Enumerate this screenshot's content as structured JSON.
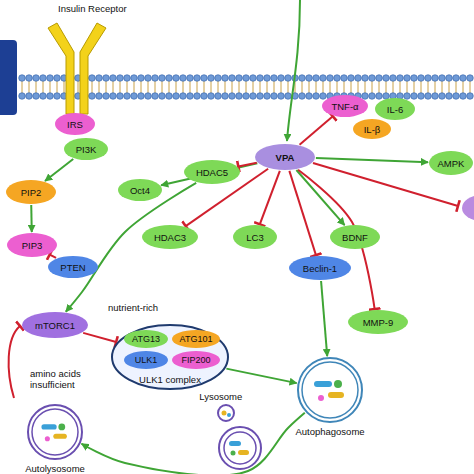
{
  "diagram": {
    "nodes": [
      {
        "text": [
          "IRS"
        ]
      },
      {
        "text": [
          "PI3K"
        ]
      },
      {
        "text": [
          "TNF-α"
        ]
      },
      {
        "text": [
          "IL-6"
        ]
      },
      {
        "text": [
          "IL-β"
        ]
      },
      {
        "text": [
          "VPA"
        ]
      },
      {
        "text": [
          "HDAC5"
        ]
      },
      {
        "text": [
          "AMPK"
        ]
      },
      {
        "text": [
          "Oct4"
        ]
      },
      {
        "text": [
          "PIP2"
        ]
      },
      {
        "text": [
          "HDAC3"
        ]
      },
      {
        "text": [
          "LC3"
        ]
      },
      {
        "text": [
          "BDNF"
        ]
      },
      {
        "text": [
          "PIP3"
        ]
      },
      {
        "text": [
          "PTEN"
        ]
      },
      {
        "text": [
          "Beclin-1"
        ]
      },
      {
        "text": [
          "mTORC1"
        ]
      },
      {
        "text": [
          "MMP-9"
        ]
      },
      {
        "text": [
          "ULK1 complex"
        ]
      },
      {
        "text": [
          "ATG13"
        ],
        "in": 18
      },
      {
        "text": [
          "ATG101"
        ],
        "in": 18
      },
      {
        "text": [
          "ULK1"
        ],
        "in": 18
      },
      {
        "text": [
          "FIP200"
        ],
        "in": 18
      },
      {
        "text": [
          "Lysosome"
        ]
      },
      {
        "text": [
          "Autophagosome"
        ]
      },
      {
        "text": [
          "Autolysosome"
        ]
      }
    ],
    "edges": [
      {
        "from": 1,
        "to": 9,
        "arrow": "to"
      },
      {
        "from": 9,
        "to": 13,
        "arrow": "to"
      },
      {
        "from": 14,
        "to": 13,
        "arrow": "to"
      },
      {
        "from": 6,
        "to": 16,
        "arrow": "to"
      },
      {
        "from": 5,
        "to": 8,
        "arrow": "to"
      },
      {
        "from": 5,
        "to": 6,
        "arrow": "to"
      },
      {
        "from": 5,
        "to": 10,
        "arrow": "to"
      },
      {
        "from": 5,
        "to": 11,
        "arrow": "to"
      },
      {
        "from": 5,
        "to": 15,
        "arrow": "to"
      },
      {
        "from": 5,
        "to": 12,
        "arrow": "to"
      },
      {
        "from": 5,
        "to": 2,
        "arrow": "to"
      },
      {
        "from": 5,
        "to": 7,
        "arrow": "to"
      },
      {
        "from": 5,
        "to": 17,
        "arrow": "to"
      },
      {
        "from": 16,
        "to": 18,
        "arrow": "to"
      },
      {
        "from": 18,
        "to": 24,
        "arrow": "to"
      },
      {
        "from": 15,
        "to": 24,
        "arrow": "to"
      },
      {
        "from": 24,
        "to": 25,
        "arrow": "to"
      }
    ],
    "labels": [
      "Insulin Receptor",
      "nutrient-rich",
      "amino acids insufficient"
    ]
  }
}
